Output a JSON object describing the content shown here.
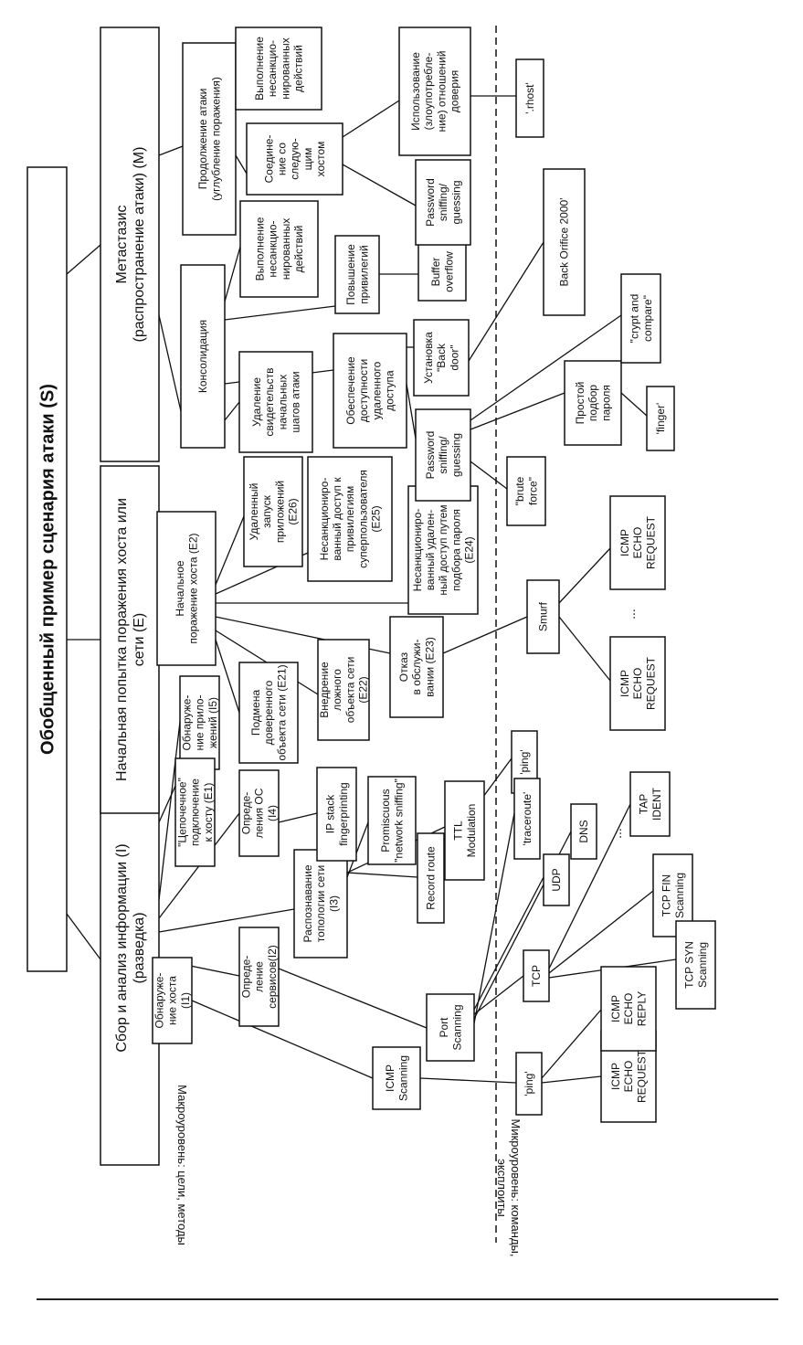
{
  "title": "Обобщенный пример сценария атаки",
  "title_code": "(S)",
  "axis_labels": {
    "macro": "Макроуровень: цели, методы",
    "micro": [
      "Микроуровень: команды,",
      "эксплоиты"
    ]
  },
  "nodes": {
    "root": {
      "lines": [
        "Обобщенный пример сценария атаки  (S)"
      ]
    },
    "recon": {
      "lines": [
        "Сбор и анализ информации  (I)",
        "(разведка)"
      ]
    },
    "initial": {
      "lines": [
        "Начальная попытка поражения хоста или",
        "сети   (E)"
      ]
    },
    "metastasis": {
      "lines": [
        "Метастазис",
        "(распространение атаки)  (M)"
      ]
    },
    "i1": {
      "lines": [
        "Обнаруже-",
        "ние хоста",
        "(I1)"
      ]
    },
    "i2": {
      "lines": [
        "Опреде-",
        "ление",
        "сервисов(I2)"
      ]
    },
    "i3": {
      "lines": [
        "Распознавание",
        "топологии сети",
        "(I3)"
      ]
    },
    "i4": {
      "lines": [
        "Опреде-",
        "ления ОС",
        "(I4)"
      ]
    },
    "i5": {
      "lines": [
        "Обнаруже-",
        "ние прило-",
        "жений (I5)"
      ]
    },
    "e1": {
      "lines": [
        "\"Цепочечное\"",
        "подключение",
        "к хосту (E1)"
      ]
    },
    "e2": {
      "lines": [
        "Начальное",
        "поражение хоста (E2)"
      ]
    },
    "e21": {
      "lines": [
        "Подмена",
        "доверенного",
        "объекта сети (E21)"
      ]
    },
    "e22": {
      "lines": [
        "Внедрение",
        "ложного",
        "объекта сети",
        "(E22)"
      ]
    },
    "e23": {
      "lines": [
        "Отказ",
        "в обслужи-",
        "вании (E23)"
      ]
    },
    "e24": {
      "lines": [
        "Несанкциониро-",
        "ванный удален-",
        "ный доступ путем",
        "подбора пароля",
        "(E24)"
      ]
    },
    "e25": {
      "lines": [
        "Несанкциониро-",
        "ванный доступ к",
        "привилегиям",
        "суперпользователя",
        "(E25)"
      ]
    },
    "e26": {
      "lines": [
        "Удаленный",
        "запуск",
        "приложений",
        "(E26)"
      ]
    },
    "consolid": {
      "lines": [
        "Консолидация"
      ]
    },
    "cont_attack": {
      "lines": [
        "Продолжение атаки",
        "(углубление поражения)"
      ]
    },
    "m_delete": {
      "lines": [
        "Удаление",
        "свидетельств",
        "начальных",
        "шагов атаки"
      ]
    },
    "m_remote": {
      "lines": [
        "Обеспечение",
        "доступности",
        "удаленного",
        "доступа"
      ]
    },
    "m_priv": {
      "lines": [
        "Повышение",
        "привилегий"
      ]
    },
    "m_exec1": {
      "lines": [
        "Выполнение",
        "несанкцио-",
        "нированных",
        "действий"
      ]
    },
    "m_connect": {
      "lines": [
        "Соедине-",
        "ние со",
        "следую-",
        "щим",
        "хостом"
      ]
    },
    "m_exec2": {
      "lines": [
        "Выполнение",
        "несанкцио-",
        "нированных",
        "действий"
      ]
    },
    "m_trust": {
      "lines": [
        "Использование",
        "(злоупотребле-",
        "ние) отношений",
        "доверия"
      ]
    },
    "icmp_scan": {
      "lines": [
        "ICMP",
        "Scanning"
      ]
    },
    "port_scan": {
      "lines": [
        "Port",
        "Scanning"
      ]
    },
    "record_route": {
      "lines": [
        "Record route"
      ]
    },
    "ttl_mod": {
      "lines": [
        "TTL",
        "Modulation"
      ]
    },
    "promisc": {
      "lines": [
        "Promiscuous",
        "\"network sniffing\""
      ]
    },
    "ipstack": {
      "lines": [
        "IP stack",
        "fingerprinting"
      ]
    },
    "smurf": {
      "lines": [
        "Smurf"
      ]
    },
    "pw_sniff1": {
      "lines": [
        "Password",
        "sniffing/",
        "guessing"
      ]
    },
    "backdoor": {
      "lines": [
        "Установка",
        "\"Back",
        "door\""
      ]
    },
    "buffer": {
      "lines": [
        "Buffer",
        "overflow"
      ]
    },
    "pw_sniff2": {
      "lines": [
        "Password",
        "sniffing/",
        "guessing"
      ]
    },
    "ping1": {
      "lines": [
        "'ping'"
      ]
    },
    "ping2": {
      "lines": [
        "'ping'"
      ]
    },
    "traceroute": {
      "lines": [
        "'traceroute'"
      ]
    },
    "dns": {
      "lines": [
        "DNS"
      ]
    },
    "tcp": {
      "lines": [
        "TCP"
      ]
    },
    "udp": {
      "lines": [
        "UDP"
      ]
    },
    "tap_ident": {
      "lines": [
        "TAP",
        "IDENT"
      ]
    },
    "tcp_fin": {
      "lines": [
        "TCP FIN",
        "Scanning"
      ]
    },
    "tcp_syn": {
      "lines": [
        "TCP SYN",
        "Scanning"
      ]
    },
    "icmp_req1": {
      "lines": [
        "ICMP",
        "ECHO",
        "REQUEST"
      ]
    },
    "icmp_reply": {
      "lines": [
        "ICMP",
        "ECHO",
        "REPLY"
      ]
    },
    "icmp_req2": {
      "lines": [
        "ICMP",
        "ECHO",
        "REQUEST"
      ]
    },
    "icmp_req3": {
      "lines": [
        "ICMP",
        "ECHO",
        "REQUEST"
      ]
    },
    "brute": {
      "lines": [
        "\"brute",
        "force\""
      ]
    },
    "simple_pw": {
      "lines": [
        "Простой",
        "подбор",
        "пароля"
      ]
    },
    "finger": {
      "lines": [
        "'finger'"
      ]
    },
    "crypt": {
      "lines": [
        "\"crypt and",
        "compare\""
      ]
    },
    "bo2000": {
      "lines": [
        "Back Orifice 2000'"
      ]
    },
    "rhost": {
      "lines": [
        "'.rhost'"
      ]
    }
  },
  "floating_text": {
    "dots_tcp": "...",
    "dots_smurf": "..."
  }
}
